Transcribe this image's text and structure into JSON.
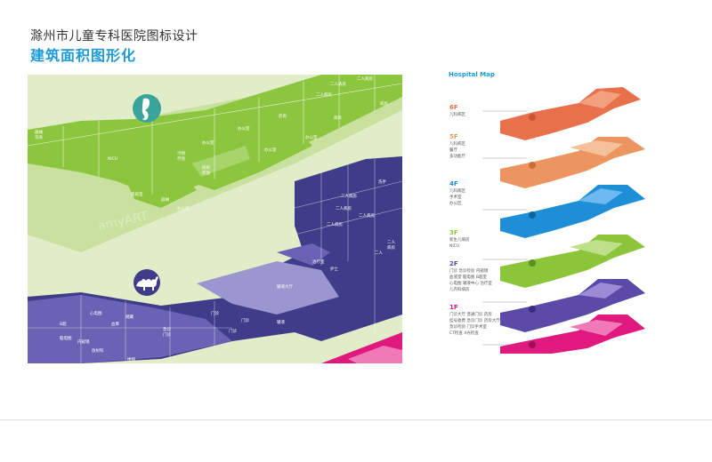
{
  "header": {
    "title": "滁州市儿童专科医院图标设计",
    "subtitle": "建筑面积图形化"
  },
  "watermark": "amyART",
  "map": {
    "green_rooms": [
      "二人病房",
      "二人病房",
      "二人病房",
      "病房",
      "病房",
      "病房",
      "办公室",
      "办公室",
      "办公室",
      "药房",
      "污物\n存放",
      "值班室",
      "器械\n清洗",
      "器械\n清洗",
      "办公室",
      "办公室",
      "库房",
      "NICU",
      "值班室",
      "办公室"
    ],
    "purple_rooms": [
      "洗手",
      "二人病房",
      "二人病房",
      "二人病房",
      "二人病房",
      "二人病房",
      "二人\n病房",
      "二人\n病房",
      "治疗室",
      "护士",
      "输液大厅",
      "门诊",
      "门诊",
      "门诊",
      "急诊\n门诊",
      "心电图",
      "彩超",
      "B超",
      "脑电图",
      "内窥镜",
      "楼梯",
      "储藏",
      "血库",
      "放射科"
    ],
    "icons": [
      "seahorse-icon",
      "camel-icon"
    ]
  },
  "legend": {
    "title": "Hospital Map",
    "floors": [
      {
        "name": "6F",
        "color": "#e8704a",
        "rooms": [
          "儿科病区"
        ]
      },
      {
        "name": "5F",
        "color": "#ec9560",
        "rooms": [
          "儿科病区",
          "餐厅",
          "多功能厅"
        ]
      },
      {
        "name": "4F",
        "color": "#1e8fd7",
        "rooms": [
          "儿科病区",
          "手术室",
          "办公区"
        ]
      },
      {
        "name": "3F",
        "color": "#8cc43a",
        "rooms": [
          "新生儿病房",
          "NICU"
        ]
      },
      {
        "name": "2F",
        "color": "#5b4aa8",
        "rooms": [
          "门诊",
          "急诊检验",
          "内窥镜",
          "血液室",
          "脑电图",
          "B超室",
          "心电图",
          "输液中心",
          "治疗室",
          "儿内科病房"
        ]
      },
      {
        "name": "1F",
        "color": "#e0197e",
        "rooms": [
          "门诊大厅",
          "普通门诊",
          "药房",
          "挂号收费",
          "急诊门诊",
          "药房大厅",
          "急诊检验",
          "门诊手术室",
          "CT检查",
          "X光检查"
        ]
      }
    ]
  }
}
